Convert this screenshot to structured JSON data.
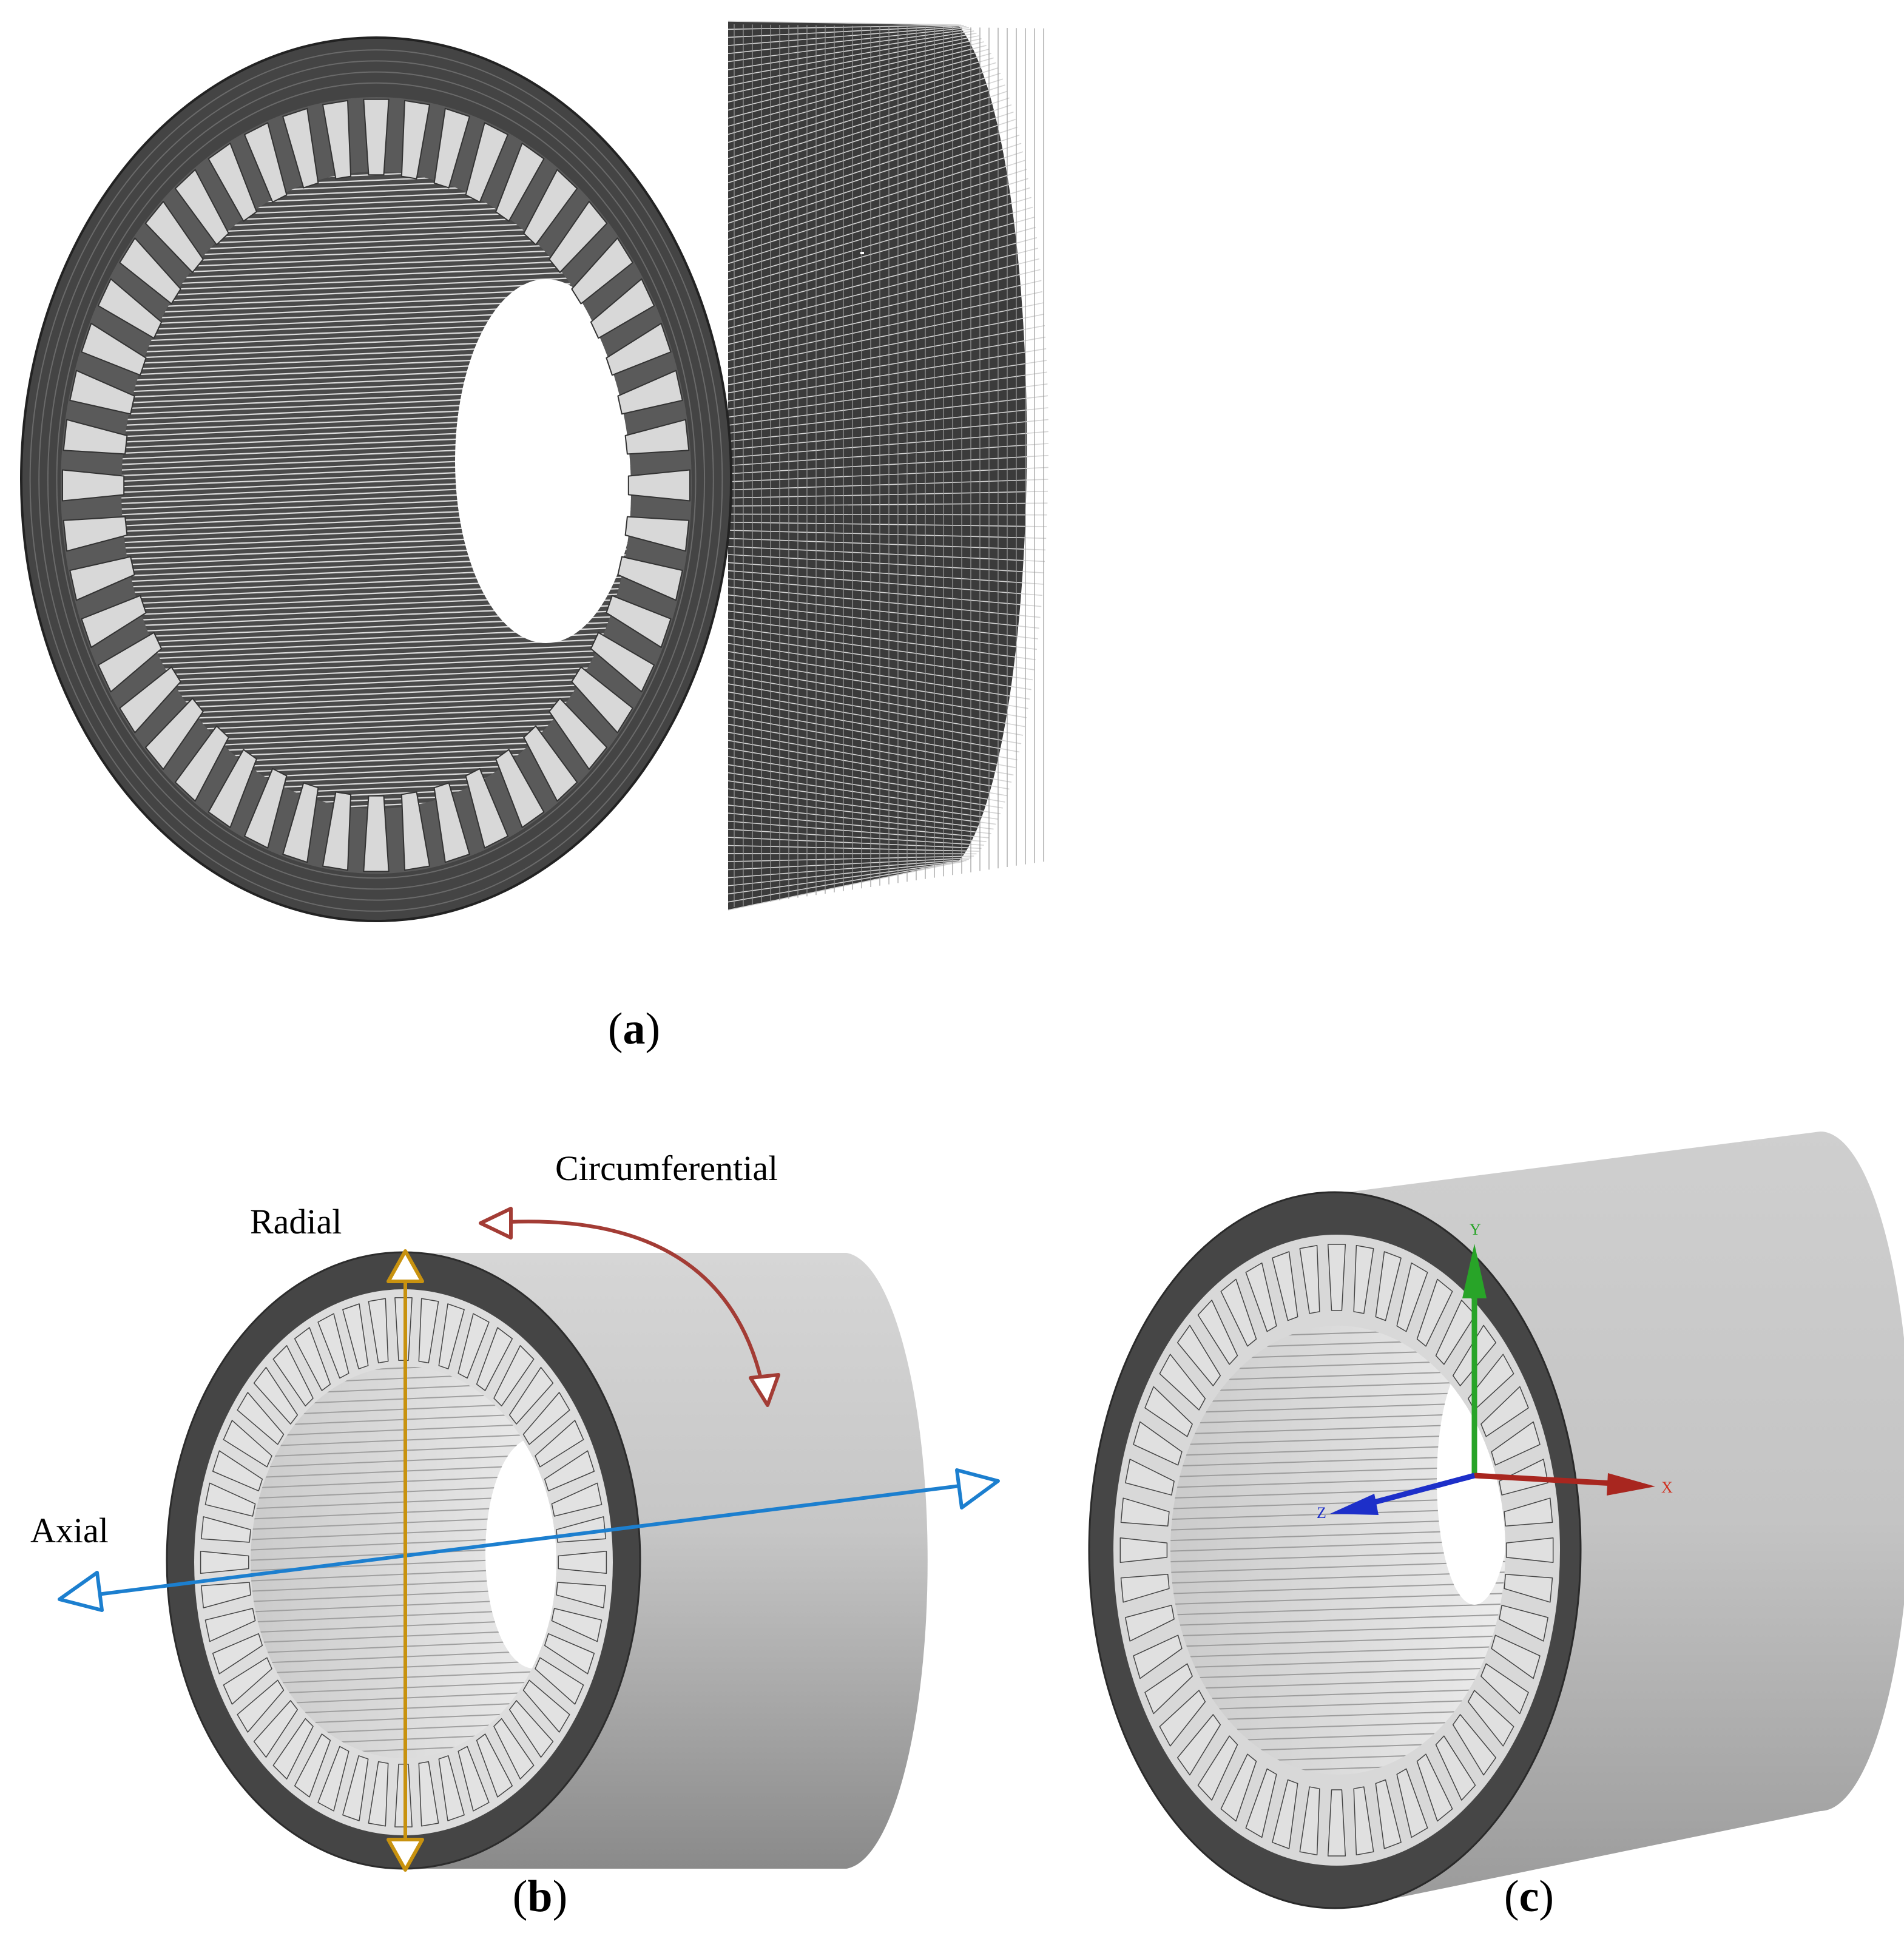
{
  "panels": {
    "a": {
      "caption_letter": "a"
    },
    "b": {
      "caption_letter": "b",
      "label_radial": "Radial",
      "label_circumferential": "Circumferential",
      "label_axial": "Axial"
    },
    "c": {
      "caption_letter": "c",
      "axis_y": "Y",
      "axis_x": "X",
      "axis_z": "Z"
    }
  },
  "stator": {
    "slot_count": 48,
    "axial_lines_a": 110,
    "mesh_rings_a": 4
  },
  "colors": {
    "mesh_dark": "#3a3a3a",
    "mesh_line": "#d4d4d4",
    "face_dark": "#454545",
    "barrel_light": "#d0d0d0",
    "barrel_shade": "#8c8c8c",
    "slot_fill": "#e2e2e2",
    "radial_arrow": "#c8920f",
    "circumferential_arrow": "#a33c35",
    "axial_arrow": "#1c7fcf",
    "axis_y": "#28a428",
    "axis_x": "#a8261f",
    "axis_z": "#1d2fc9"
  }
}
